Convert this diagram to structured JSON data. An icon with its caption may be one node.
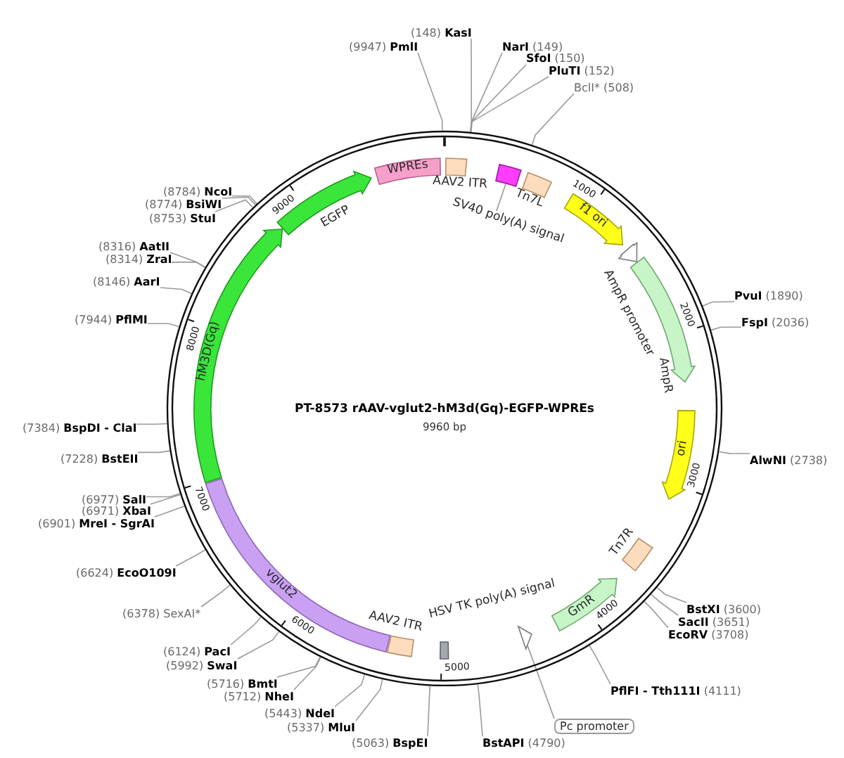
{
  "diagram": {
    "title": "PT-8573 rAAV-vglut2-hM3d(Gq)-EGFP-WPREs",
    "nodes": [
      {
        "text": [],
        "shape": "circle"
      },
      {
        "text": [
          "(148) **KasI**"
        ]
      },
      {
        "text": [
          "**NarI** (149)"
        ]
      },
      {
        "text": [
          "**SfoI** (150)"
        ]
      },
      {
        "text": [
          "**PluTI** (152)"
        ]
      },
      {
        "text": [
          "BclI* (508)"
        ]
      },
      {
        "text": [
          "**PvuI** (1890)"
        ]
      },
      {
        "text": [
          "**FspI** (2036)"
        ]
      },
      {
        "text": [
          "**AlwNI** (2738)"
        ]
      },
      {
        "text": [
          "**BstXI** (3600)"
        ]
      },
      {
        "text": [
          "**SacII** (3651)"
        ]
      },
      {
        "text": [
          "**EcoRV** (3708)"
        ]
      },
      {
        "text": [
          "**PflFI - Tth111I** (4111)"
        ]
      },
      {
        "text": [
          "**BstAPI** (4790)"
        ]
      },
      {
        "text": [
          "(5063) **BspEI**"
        ]
      },
      {
        "text": [
          "(5337) **MluI**"
        ]
      },
      {
        "text": [
          "(5443) **NdeI**"
        ]
      },
      {
        "text": [
          "(5712) **NheI**"
        ]
      },
      {
        "text": [
          "(5716) **BmtI**"
        ]
      },
      {
        "text": [
          "(5992) **SwaI**"
        ]
      },
      {
        "text": [
          "(6124) **PacI**"
        ]
      },
      {
        "text": [
          "(6378) SexAI*"
        ]
      },
      {
        "text": [
          "(6624) **EcoO109I**"
        ]
      },
      {
        "text": [
          "(6901) **MreI - SgrAI**"
        ]
      },
      {
        "text": [
          "(6971) **XbaI**"
        ]
      },
      {
        "text": [
          "(6977) **SalI**"
        ]
      },
      {
        "text": [
          "(7228) **BstEII**"
        ]
      },
      {
        "text": [
          "(7384) **BspDI - ClaI**"
        ]
      },
      {
        "text": [
          "(7944) **PflMI**"
        ]
      },
      {
        "text": [
          "(8146) **AarI**"
        ]
      },
      {
        "text": [
          "(8314) **ZraI**"
        ]
      },
      {
        "text": [
          "(8316) **AatII**"
        ]
      },
      {
        "text": [
          "(8753) **StuI**"
        ]
      },
      {
        "text": [
          "(8774) **BsiWI**"
        ]
      },
      {
        "text": [
          "(8784) **NcoI**"
        ]
      },
      {
        "text": [
          "(9947) **PmlI**"
        ]
      },
      {
        "text": [],
        "shape": "box",
        "beside": [
          "AAV2 ITR"
        ],
        "in": 0
      },
      {
        "text": [],
        "shape": "box",
        "in": 0
      },
      {
        "text": [
          "SV40 poly(A) signal"
        ],
        "in": 0
      },
      {
        "text": [],
        "shape": "box",
        "beside": [
          "Tn7L"
        ],
        "in": 0
      },
      {
        "text": [
          "f1 ori"
        ],
        "in": 0
      },
      {
        "text": [],
        "shape": "arrow",
        "in": 0
      },
      {
        "text": [],
        "shape": "arrow",
        "beside": [
          "AmpR"
        ],
        "in": 0
      },
      {
        "text": [
          "ori"
        ],
        "in": 0
      },
      {
        "text": [],
        "shape": "box",
        "beside": [
          "Tn7R"
        ],
        "in": 0
      },
      {
        "text": [
          "GmR"
        ],
        "in": 0
      },
      {
        "text": [],
        "shape": "arrow",
        "in": 0
      },
      {
        "text": [
          "Pc promoter"
        ]
      },
      {
        "text": [],
        "shape": "box",
        "in": 0
      },
      {
        "text": [],
        "shape": "box",
        "beside": [
          "AAV2 ITR"
        ],
        "in": 0
      },
      {
        "text": [
          "vglut2"
        ],
        "in": 0
      },
      {
        "text": [
          "hM3D(Gq)"
        ],
        "in": 0
      },
      {
        "text": [],
        "shape": "arrow",
        "beside": [
          "EGFP"
        ],
        "in": 0
      },
      {
        "text": [
          "WPREs"
        ],
        "in": 0
      }
    ],
    "edges": [
      {
        "from": 1,
        "to": 0,
        "arrow": "none"
      },
      {
        "from": 2,
        "to": 0,
        "arrow": "none"
      },
      {
        "from": 3,
        "to": 0,
        "arrow": "none"
      },
      {
        "from": 4,
        "to": 0,
        "arrow": "none"
      },
      {
        "from": 5,
        "to": 0,
        "arrow": "none"
      },
      {
        "from": 6,
        "to": 0,
        "arrow": "none"
      },
      {
        "from": 7,
        "to": 0,
        "arrow": "none"
      },
      {
        "from": 8,
        "to": 0,
        "arrow": "none"
      },
      {
        "from": 9,
        "to": 0,
        "arrow": "none"
      },
      {
        "from": 10,
        "to": 0,
        "arrow": "none"
      },
      {
        "from": 11,
        "to": 0,
        "arrow": "none"
      },
      {
        "from": 12,
        "to": 0,
        "arrow": "none"
      },
      {
        "from": 13,
        "to": 0,
        "arrow": "none"
      },
      {
        "from": 14,
        "to": 0,
        "arrow": "none"
      },
      {
        "from": 15,
        "to": 0,
        "arrow": "none"
      },
      {
        "from": 16,
        "to": 0,
        "arrow": "none"
      },
      {
        "from": 17,
        "to": 0,
        "arrow": "none"
      },
      {
        "from": 18,
        "to": 0,
        "arrow": "none"
      },
      {
        "from": 19,
        "to": 0,
        "arrow": "none"
      },
      {
        "from": 20,
        "to": 0,
        "arrow": "none"
      },
      {
        "from": 21,
        "to": 0,
        "arrow": "none"
      },
      {
        "from": 22,
        "to": 0,
        "arrow": "none"
      },
      {
        "from": 23,
        "to": 0,
        "arrow": "none"
      },
      {
        "from": 24,
        "to": 0,
        "arrow": "none"
      },
      {
        "from": 25,
        "to": 0,
        "arrow": "none"
      },
      {
        "from": 26,
        "to": 0,
        "arrow": "none"
      },
      {
        "from": 27,
        "to": 0,
        "arrow": "none"
      },
      {
        "from": 28,
        "to": 0,
        "arrow": "none"
      },
      {
        "from": 29,
        "to": 0,
        "arrow": "none"
      },
      {
        "from": 30,
        "to": 0,
        "arrow": "none"
      },
      {
        "from": 31,
        "to": 0,
        "arrow": "none"
      },
      {
        "from": 32,
        "to": 0,
        "arrow": "none"
      },
      {
        "from": 33,
        "to": 0,
        "arrow": "none"
      },
      {
        "from": 34,
        "to": 0,
        "arrow": "none"
      },
      {
        "from": 35,
        "to": 0,
        "arrow": "none"
      },
      {
        "from": 38,
        "to": 37,
        "arrow": "none"
      },
      {
        "from": 47,
        "to": 46,
        "arrow": "none"
      }
    ],
    "labels": [
      "9960 bp",
      "1000",
      "2000",
      "3000",
      "4000",
      "5000",
      "6000",
      "7000",
      "8000",
      "9000",
      "AmpR promoter",
      "HSV TK poly(A) signal"
    ]
  }
}
